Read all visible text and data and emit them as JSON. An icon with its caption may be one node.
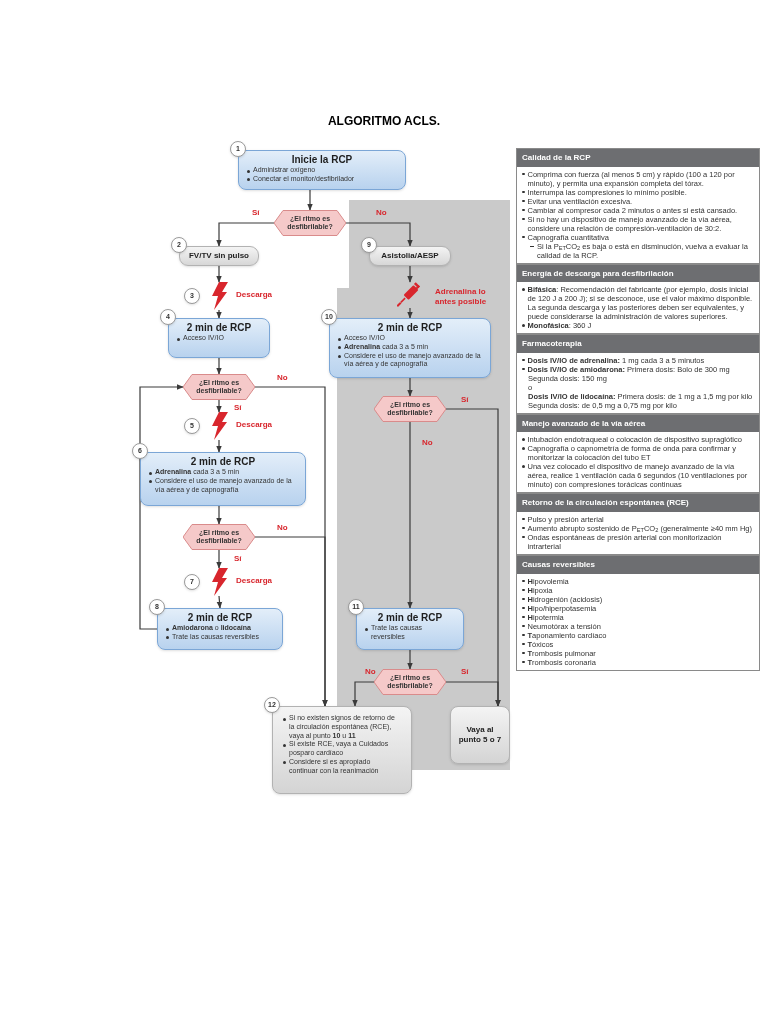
{
  "diagram": {
    "title": "ALGORITMO ACLS.",
    "nodes": [
      {
        "text": [
          "Inicie la RCP",
          "Administrar oxígeno",
          "Conectar el monitor/desfibrilador"
        ],
        "beside": [
          "1"
        ]
      },
      {
        "text": [
          "¿El ritmo es desfibrilable?"
        ]
      },
      {
        "text": [
          "FV/TV sin pulso"
        ],
        "beside": [
          "2"
        ]
      },
      {
        "text": [
          "Asistolia/AESP"
        ],
        "beside": [
          "9"
        ]
      },
      {
        "text": [],
        "shape": "lightning",
        "beside": [
          "3",
          "Descarga"
        ]
      },
      {
        "text": [],
        "shape": "syringe",
        "beside": [
          "Adrenalina lo antes posible"
        ]
      },
      {
        "text": [
          "2 min de RCP",
          "Acceso IV/IO"
        ],
        "beside": [
          "4"
        ]
      },
      {
        "text": [
          "2 min de RCP",
          "Acceso IV/IO",
          "**Adrenalina** cada 3 a 5 min",
          "Considere el uso de manejo avanzado de la vía aérea y de capnografía"
        ],
        "beside": [
          "10"
        ]
      },
      {
        "text": [
          "¿El ritmo es desfibrilable?"
        ]
      },
      {
        "text": [],
        "shape": "lightning",
        "beside": [
          "5",
          "Descarga"
        ]
      },
      {
        "text": [
          "¿El ritmo es desfibrilable?"
        ]
      },
      {
        "text": [
          "2 min de RCP",
          "**Adrenalina** cada 3 a 5 min",
          "Considere el uso de manejo avanzado de la vía aérea y de capnografía"
        ],
        "beside": [
          "6"
        ]
      },
      {
        "text": [
          "¿El ritmo es desfibrilable?"
        ]
      },
      {
        "text": [],
        "shape": "lightning",
        "beside": [
          "7",
          "Descarga"
        ]
      },
      {
        "text": [
          "2 min de RCP",
          "**Amiodarona** o **lidocaína**",
          "Trate las causas reversibles"
        ],
        "beside": [
          "8"
        ]
      },
      {
        "text": [
          "2 min de RCP",
          "Trate las causas reversibles"
        ],
        "beside": [
          "11"
        ]
      },
      {
        "text": [
          "¿El ritmo es desfibrilable?"
        ]
      },
      {
        "text": [
          "Si no existen signos de retorno de la circulación espontánea (RCE), vaya al punto **10** u **11**",
          "Si existe RCE, vaya a Cuidados posparo cardíaco",
          "Considere si es apropiado continuar con la reanimación"
        ],
        "beside": [
          "12"
        ]
      },
      {
        "text": [
          "Vaya al punto 5 o 7"
        ]
      },
      {
        "text": [
          "Calidad de la RCP",
          "Comprima con fuerza (al menos 5 cm) y rápido (100 a 120 por minuto), y permita una expansión completa del tórax.",
          "Interrumpa las compresiones lo mínimo posible.",
          "Evitar una ventilación excesiva.",
          "Cambiar al compresor cada 2 minutos o antes si está cansado.",
          "Si no hay un dispositivo de manejo avanzado de la vía aérea, considere una relación de compresión-ventilación de 30:2.",
          "Capnografía cuantitativa",
          "Si la P$_{ET}$CO$_{2}$ es baja o está en disminución, vuelva a evaluar la calidad de la RCP."
        ]
      },
      {
        "text": [
          "Energía de descarga para desfibrilación",
          "**Bifásica**: Recomendación del fabricante (por ejemplo, dosis inicial de 120 J a 200 J); si se desconoce, use el valor máximo disponible. La segunda descarga y las posteriores deben ser equivalentes, y puede considerarse la administración de valores superiores.",
          "**Monofásica**: 360 J"
        ]
      },
      {
        "text": [
          "Farmacoterapia",
          "**Dosis IV/IO de adrenalina:** 1 mg cada 3 a 5 minutos",
          "**Dosis IV/IO de amiodarona:** Primera dosis: Bolo de 300 mg",
          "Segunda dosis: 150 mg",
          "o",
          "**Dosis IV/IO de lidocaína:** Primera dosis: de 1 mg a 1,5 mg por kilo",
          "Segunda dosis: de 0,5 mg a 0,75 mg por kilo"
        ]
      },
      {
        "text": [
          "Manejo avanzado de la vía aérea",
          "Intubación endotraqueal o colocación de dispositivo supraglótico",
          "Capnografía o capnometría de forma de onda para confirmar y monitorizar la colocación del tubo ET",
          "Una vez colocado el dispositivo de manejo avanzado de la vía aérea, realice 1 ventilación cada 6 segundos (10 ventilaciones por minuto) con compresiones torácicas continuas"
        ]
      },
      {
        "text": [
          "Retorno de la circulación espontánea (RCE)",
          "Pulso y presión arterial",
          "Aumento abrupto sostenido de P$_{ET}$CO$_{2}$ (generalmente ≥40 mm Hg)",
          "Ondas espontáneas de presión arterial con monitorización intrarterial"
        ]
      },
      {
        "text": [
          "Causas reversibles",
          "**H**ipovolemia",
          "**H**ipoxia",
          "**H**idrogenión (acidosis)",
          "**H**ipo/hiperpotasemia",
          "**H**ipotermia",
          "Neumotórax a tensión",
          "**T**aponamiento cardíaco",
          "**T**óxicos",
          "**T**rombosis pulmonar",
          "**T**rombosis coronaria"
        ]
      }
    ],
    "edges": [
      {
        "from": 0,
        "to": 1,
        "arrow": "to"
      },
      {
        "from": 1,
        "to": 2,
        "arrow": "to",
        "label": "Sí"
      },
      {
        "from": 1,
        "to": 3,
        "arrow": "to",
        "label": "No"
      },
      {
        "from": 2,
        "to": 4,
        "arrow": "to"
      },
      {
        "from": 4,
        "to": 6,
        "arrow": "to"
      },
      {
        "from": 3,
        "to": 5,
        "arrow": "to"
      },
      {
        "from": 5,
        "to": 7,
        "arrow": "to"
      },
      {
        "from": 6,
        "to": 8,
        "arrow": "to"
      },
      {
        "from": 8,
        "to": 9,
        "arrow": "to",
        "label": "Sí"
      },
      {
        "from": 8,
        "to": 17,
        "arrow": "to",
        "label": "No"
      },
      {
        "from": 9,
        "to": 11,
        "arrow": "to"
      },
      {
        "from": 11,
        "to": 12,
        "arrow": "to"
      },
      {
        "from": 12,
        "to": 13,
        "arrow": "to",
        "label": "Sí"
      },
      {
        "from": 12,
        "to": 17,
        "arrow": "to",
        "label": "No"
      },
      {
        "from": 13,
        "to": 14,
        "arrow": "to"
      },
      {
        "from": 14,
        "to": 8,
        "arrow": "to"
      },
      {
        "from": 7,
        "to": 10,
        "arrow": "to"
      },
      {
        "from": 10,
        "to": 15,
        "arrow": "to",
        "label": "No"
      },
      {
        "from": 10,
        "to": 18,
        "arrow": "to",
        "label": "Sí"
      },
      {
        "from": 15,
        "to": 16,
        "arrow": "to"
      },
      {
        "from": 16,
        "to": 17,
        "arrow": "to",
        "label": "No"
      },
      {
        "from": 16,
        "to": 18,
        "arrow": "to",
        "label": "Sí"
      }
    ]
  }
}
